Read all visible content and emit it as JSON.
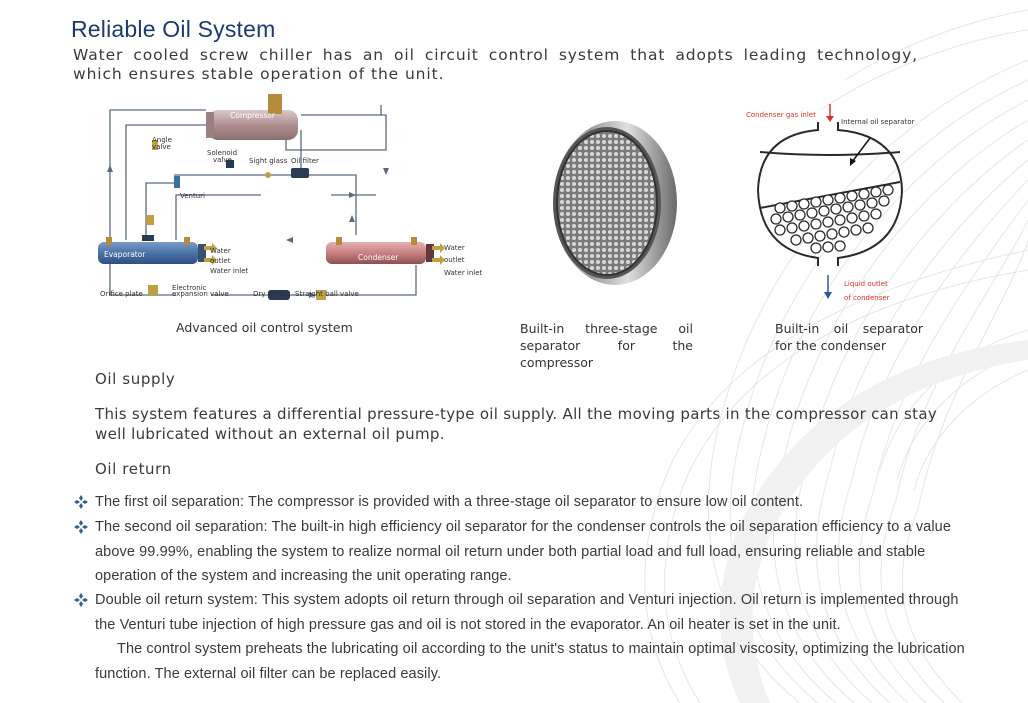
{
  "title": "Reliable Oil System",
  "intro": "Water cooled screw chiller has an oil circuit control system that adopts leading technology, which ensures stable operation of the unit.",
  "diagram_oil_control": {
    "labels": {
      "compressor": "Compressor",
      "angle_valve": [
        "Angle",
        "valve"
      ],
      "solenoid_valve": [
        "Solenoid",
        "valve"
      ],
      "sight_glass": "Sight glass",
      "oil_filter": "Oil filter",
      "venturi": "Venturi",
      "evaporator": "Evaporator",
      "evap_water_outlet": [
        "Water",
        "outlet"
      ],
      "evap_water_inlet": "Water inlet",
      "condenser": "Condenser",
      "cond_water_outlet": [
        "Water",
        "outlet"
      ],
      "cond_water_inlet": "Water inlet",
      "orifice_plate": "Orifice plate",
      "electronic_expansion_valve": [
        "Electronic",
        "expansion valve"
      ],
      "dry_filter": "Dry filter",
      "straight_ball_valve": "Straight ball valve"
    },
    "caption": "Advanced oil control system"
  },
  "diagram_compressor_separator": {
    "caption": "Built-in three-stage oil separator for the compressor"
  },
  "diagram_condenser_separator": {
    "labels": {
      "gas_inlet": "Condenser gas inlet",
      "internal_separator": "Internal oil separator",
      "liquid_outlet": [
        "Liquid outlet",
        "of condenser"
      ]
    },
    "caption": "Built-in oil separator for the condenser"
  },
  "oil_supply": {
    "heading": "Oil supply",
    "text": "This system features a differential pressure-type oil supply. All the moving parts in the compressor can stay well lubricated without an external oil pump."
  },
  "oil_return": {
    "heading": "Oil return",
    "bullets": [
      "The first oil separation: The compressor is provided with a three-stage oil separator to ensure low oil content.",
      "The second oil separation: The built-in high efficiency oil separator for the condenser controls the oil separation efficiency to a value above 99.99%, enabling the system to realize normal oil return under both partial load and full load, ensuring reliable and stable operation of the system and increasing the unit operating range.",
      "Double oil return system: This system adopts oil return through oil separation and Venturi injection. Oil return is implemented through the Venturi tube injection of high pressure gas and oil is not stored in the evaporator. An oil heater is set in the unit."
    ],
    "continuation": "The control system preheats the lubricating oil according to the unit's status to maintain optimal viscosity, optimizing the lubrication function. The external oil filter can be replaced easily."
  },
  "colors": {
    "title": "#1c3a6e",
    "bullet_mark": "#2f5f8f",
    "evaporator": "#4a73a8",
    "condenser": "#c98080",
    "compressor": "#b8a0a0",
    "inlet_red": "#d9342b",
    "outlet_blue": "#2a5a9a"
  }
}
